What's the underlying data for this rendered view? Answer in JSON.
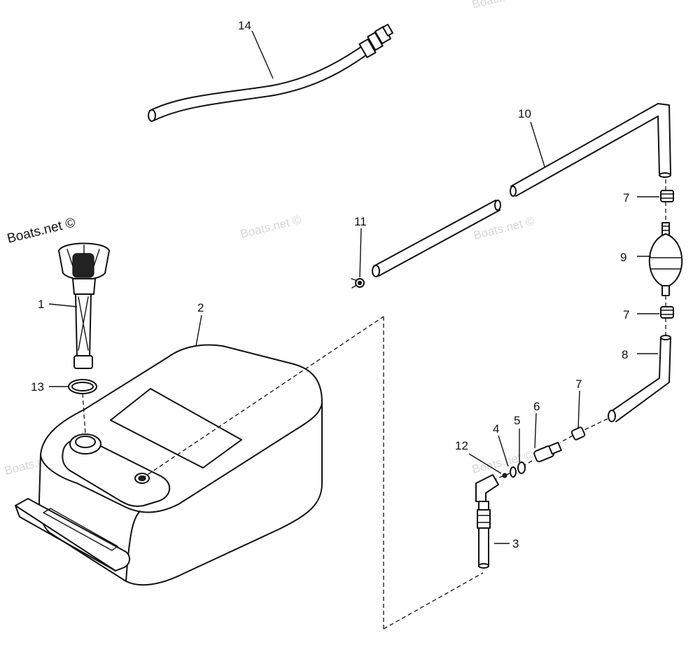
{
  "watermark": {
    "main": "Boats.net ©",
    "faint": "Boats.net ©"
  },
  "callouts": {
    "c1": "1",
    "c2": "2",
    "c3": "3",
    "c4": "4",
    "c5": "5",
    "c6": "6",
    "c7a": "7",
    "c7b": "7",
    "c7c": "7",
    "c8": "8",
    "c9": "9",
    "c10": "10",
    "c11": "11",
    "c12": "12",
    "c13": "13",
    "c14": "14"
  }
}
